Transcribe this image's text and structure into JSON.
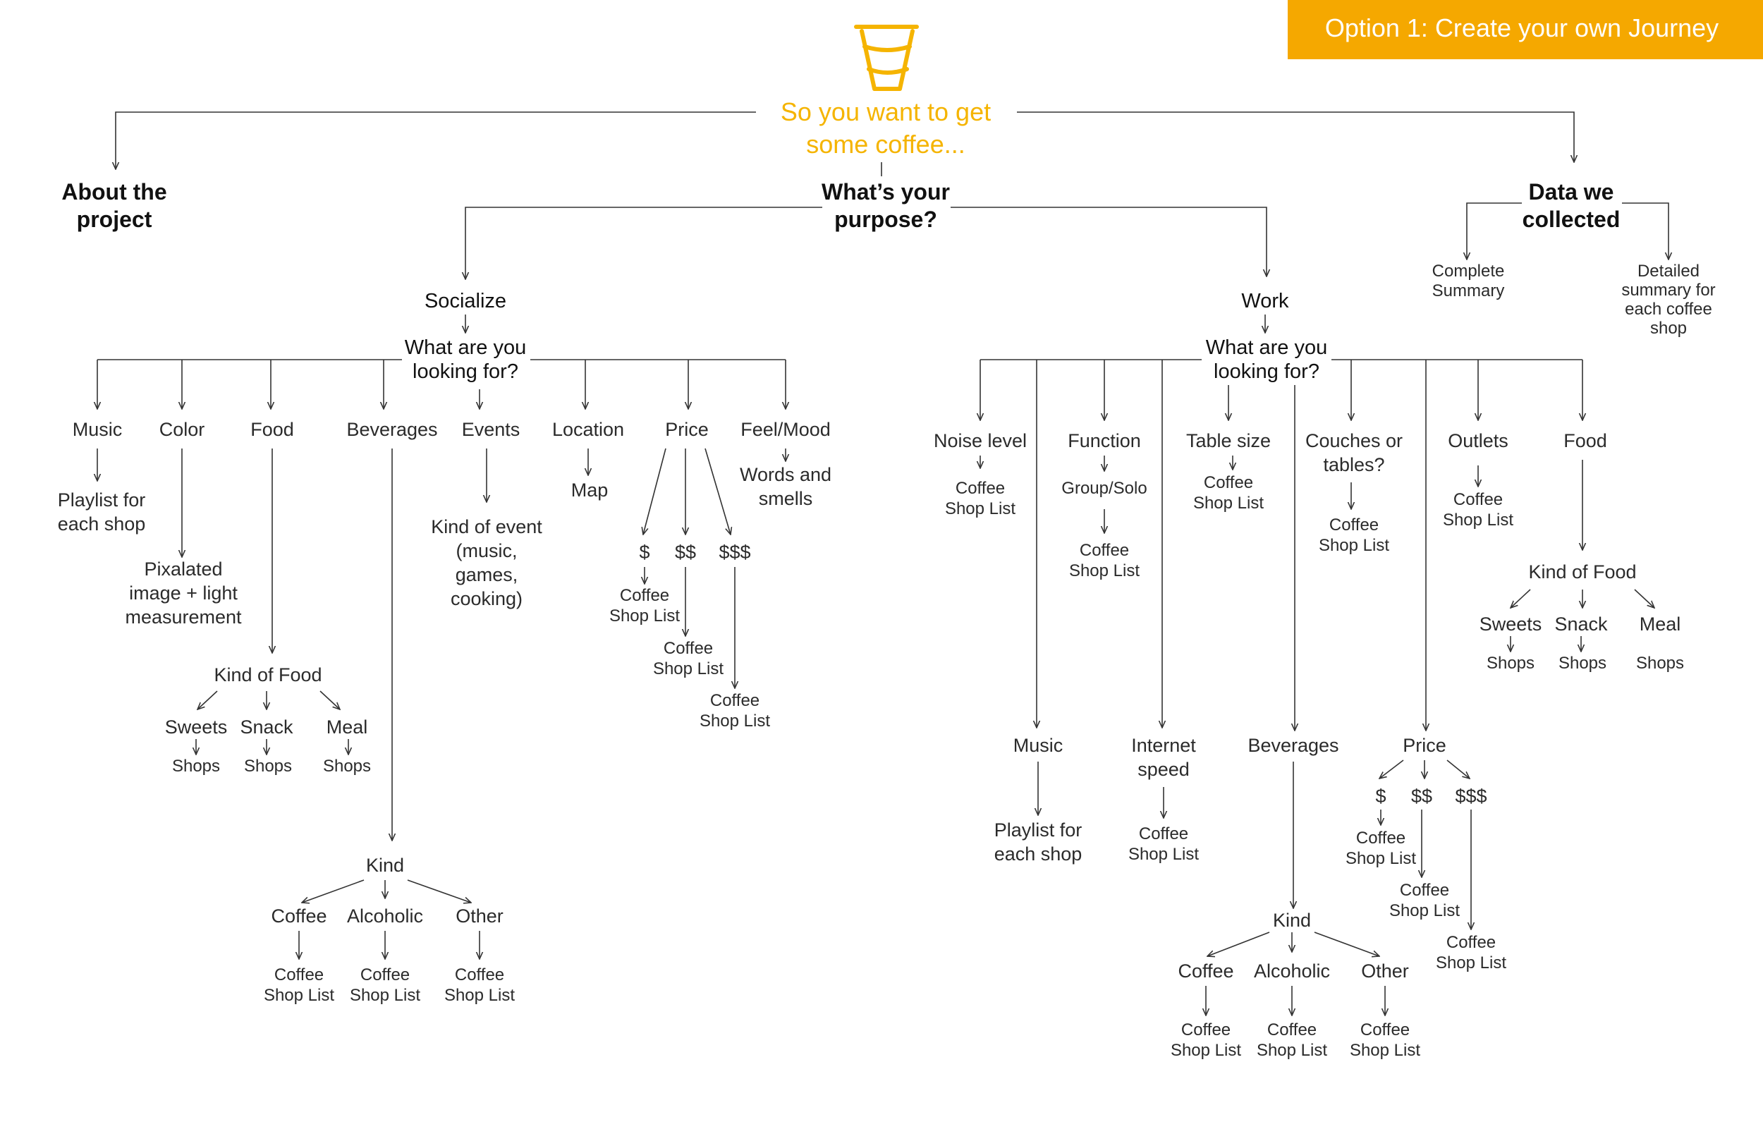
{
  "banner": {
    "label": "Option 1: Create your own Journey",
    "color": "#f5a800"
  },
  "root": {
    "icon": "coffee-cup-icon",
    "title_line1": "So you want to get",
    "title_line2": "some coffee...",
    "accent_color": "#f5b400"
  },
  "about": {
    "line1": "About the",
    "line2": "project"
  },
  "purpose": {
    "line1": "What’s your",
    "line2": "purpose?"
  },
  "data_collected": {
    "line1": "Data we",
    "line2": "collected",
    "complete": [
      "Complete",
      "Summary"
    ],
    "detailed": [
      "Detailed",
      "summary for",
      "each coffee",
      "shop"
    ]
  },
  "socialize": {
    "label": "Socialize",
    "looking": [
      "What are you",
      "looking for?"
    ],
    "music": {
      "label": "Music",
      "result": [
        "Playlist for",
        "each shop"
      ]
    },
    "color": {
      "label": "Color",
      "result": [
        "Pixalated",
        "image + light",
        "measurement"
      ]
    },
    "food": {
      "label": "Food",
      "kind": "Kind of Food",
      "sweets": "Sweets",
      "snack": "Snack",
      "meal": "Meal",
      "shops": "Shops"
    },
    "beverages": {
      "label": "Beverages",
      "kind": "Kind",
      "coffee": "Coffee",
      "alcoholic": "Alcoholic",
      "other": "Other",
      "list": [
        "Coffee",
        "Shop List"
      ]
    },
    "events": {
      "label": "Events",
      "result": [
        "Kind of event",
        "(music,",
        "games,",
        "cooking)"
      ]
    },
    "location": {
      "label": "Location",
      "result": "Map"
    },
    "price": {
      "label": "Price",
      "p1": "$",
      "p2": "$$",
      "p3": "$$$",
      "list": [
        "Coffee",
        "Shop List"
      ]
    },
    "feel": {
      "label": "Feel/Mood",
      "result": [
        "Words and",
        "smells"
      ]
    }
  },
  "work": {
    "label": "Work",
    "looking": [
      "What are you",
      "looking for?"
    ],
    "noise": {
      "label": "Noise level",
      "list": [
        "Coffee",
        "Shop List"
      ]
    },
    "function": {
      "label": "Function",
      "sub": "Group/Solo",
      "list": [
        "Coffee",
        "Shop List"
      ]
    },
    "table": {
      "label": "Table size",
      "list": [
        "Coffee",
        "Shop List"
      ]
    },
    "couches": {
      "label": [
        "Couches or",
        "tables?"
      ],
      "list": [
        "Coffee",
        "Shop List"
      ]
    },
    "outlets": {
      "label": "Outlets",
      "list": [
        "Coffee",
        "Shop List"
      ]
    },
    "food": {
      "label": "Food",
      "kind": "Kind of Food",
      "sweets": "Sweets",
      "snack": "Snack",
      "meal": "Meal",
      "shops": "Shops"
    },
    "music": {
      "label": "Music",
      "result": [
        "Playlist for",
        "each shop"
      ]
    },
    "internet": {
      "label": [
        "Internet",
        "speed"
      ],
      "list": [
        "Coffee",
        "Shop List"
      ]
    },
    "beverages": {
      "label": "Beverages",
      "kind": "Kind",
      "coffee": "Coffee",
      "alcoholic": "Alcoholic",
      "other": "Other",
      "list": [
        "Coffee",
        "Shop List"
      ]
    },
    "price": {
      "label": "Price",
      "p1": "$",
      "p2": "$$",
      "p3": "$$$",
      "list": [
        "Coffee",
        "Shop List"
      ]
    }
  }
}
